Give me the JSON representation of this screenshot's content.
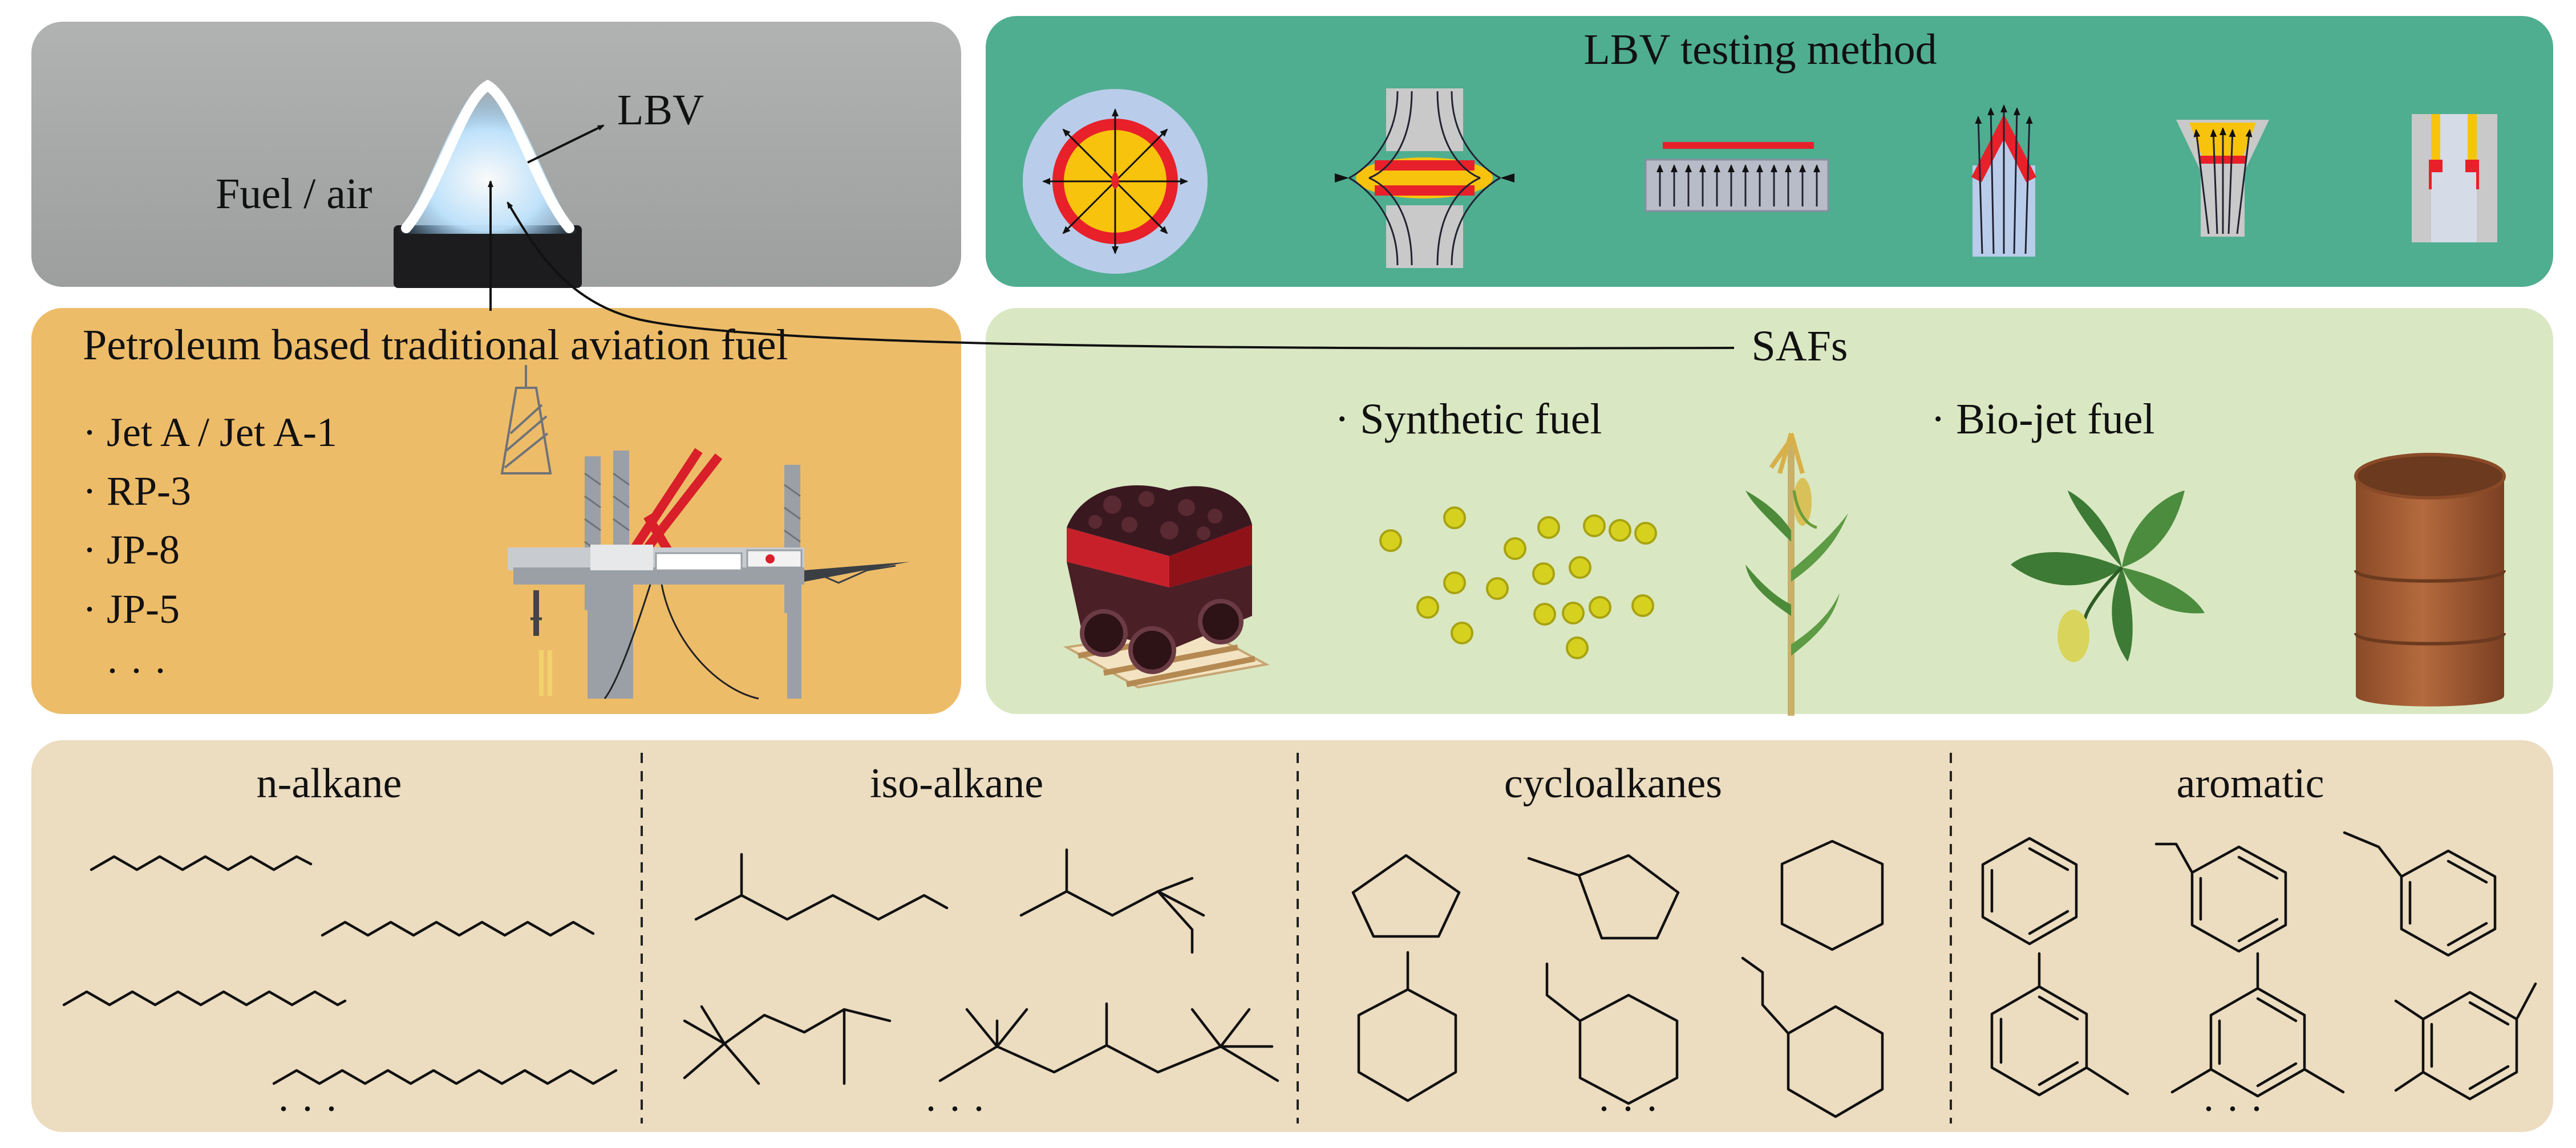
{
  "panels": {
    "flame": {
      "fuel_label": "Fuel / air",
      "lbv_label": "LBV"
    },
    "testing": {
      "title": "LBV testing method",
      "method_icons": [
        "spherical-flame-icon",
        "counterflow-flame-icon",
        "heat-flux-burner-icon",
        "bunsen-flame-icon",
        "conical-nozzle-flame-icon",
        "slot-burner-icon"
      ]
    },
    "petroleum": {
      "title": "Petroleum based traditional aviation fuel",
      "items": [
        "· Jet A / Jet A-1",
        "· RP-3",
        "· JP-8",
        "· JP-5",
        "· · ·"
      ]
    },
    "saf": {
      "title": "SAFs",
      "synthetic_label": "· Synthetic fuel",
      "biojet_label": "· Bio-jet fuel"
    },
    "molecules": {
      "columns": [
        {
          "title": "n-alkane",
          "ellipsis": "· · ·"
        },
        {
          "title": "iso-alkane",
          "ellipsis": "· · ·"
        },
        {
          "title": "cycloalkanes",
          "ellipsis": "· · ·"
        },
        {
          "title": "aromatic",
          "ellipsis": "· · ·"
        }
      ]
    }
  },
  "colors": {
    "flame_bg": "#a6a9a7",
    "testing_bg": "#4fae90",
    "petroleum_bg": "#edbc69",
    "saf_bg": "#d9e8c2",
    "molecule_bg": "#ecdcc0",
    "flame_red": "#e8202a",
    "flame_yellow": "#f8c30d"
  }
}
